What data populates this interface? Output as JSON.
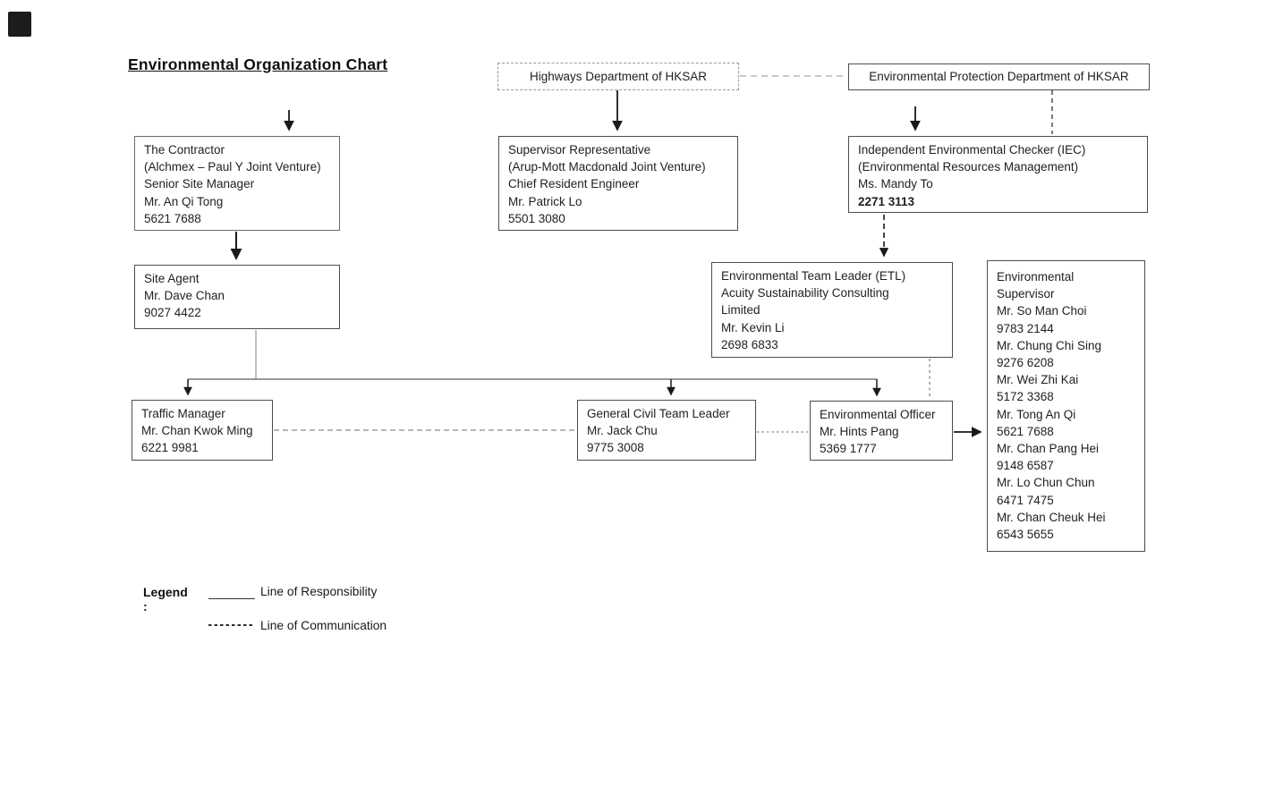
{
  "title": "Environmental Organization Chart",
  "boxes": {
    "highways": {
      "lines": [
        "Highways Department of HKSAR"
      ]
    },
    "epd": {
      "lines": [
        "Environmental Protection Department of HKSAR"
      ]
    },
    "contractor": {
      "lines": [
        "The Contractor",
        "(Alchmex – Paul Y Joint Venture)",
        "Senior Site Manager",
        "Mr. An Qi Tong",
        "5621 7688"
      ]
    },
    "supervisor_rep": {
      "lines": [
        "Supervisor Representative",
        "(Arup-Mott Macdonald Joint Venture)",
        "Chief Resident Engineer",
        "Mr. Patrick Lo",
        "5501 3080"
      ]
    },
    "iec": {
      "lines": [
        "Independent Environmental Checker (IEC)",
        "(Environmental Resources Management)",
        "Ms. Mandy To",
        "2271 3113"
      ]
    },
    "site_agent": {
      "lines": [
        "Site Agent",
        "Mr. Dave Chan",
        "9027 4422"
      ]
    },
    "etl": {
      "lines": [
        "Environmental Team Leader (ETL)",
        "Acuity Sustainability Consulting",
        "Limited",
        "Mr. Kevin Li",
        "2698 6833"
      ]
    },
    "env_supervisor": {
      "lines": [
        "Environmental",
        "Supervisor",
        "Mr. So Man Choi",
        "9783 2144",
        "Mr. Chung Chi Sing",
        "9276 6208",
        "Mr. Wei Zhi Kai",
        "5172 3368",
        "Mr. Tong An Qi",
        "5621 7688",
        "Mr. Chan Pang Hei",
        "9148 6587",
        "Mr. Lo Chun Chun",
        "6471 7475",
        "Mr. Chan Cheuk Hei",
        "6543 5655"
      ]
    },
    "traffic_manager": {
      "lines": [
        "Traffic Manager",
        "Mr. Chan Kwok Ming",
        "6221 9981"
      ]
    },
    "general_civil": {
      "lines": [
        "General Civil Team Leader",
        "Mr. Jack Chu",
        "9775 3008"
      ]
    },
    "env_officer": {
      "lines": [
        "Environmental Officer",
        "Mr. Hints Pang",
        "5369 1777"
      ]
    }
  },
  "legend": {
    "label": "Legend :",
    "solid_label": "Line of Responsibility",
    "dashed_label": "Line of Communication"
  },
  "colors": {
    "responsibility_line": "#1a1a1a",
    "communication_line": "#808080",
    "box_border": "#4d4d4d",
    "text": "#1f1f1f",
    "background": "#ffffff"
  }
}
